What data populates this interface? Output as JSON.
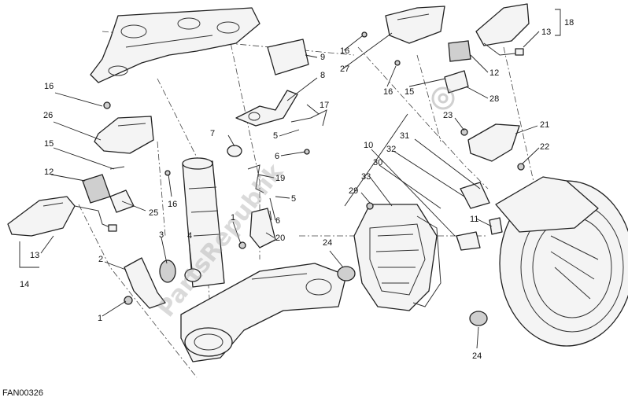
{
  "figure_code": "FAN00326",
  "watermark": "PartsRepublik",
  "callouts": {
    "c1a": "1",
    "c1b": "1",
    "c2": "2",
    "c3": "3",
    "c4": "4",
    "c5a": "5",
    "c5b": "5",
    "c6a": "6",
    "c6b": "6",
    "c7": "7",
    "c8": "8",
    "c9": "9",
    "c10": "10",
    "c11": "11",
    "c12a": "12",
    "c12b": "12",
    "c13a": "13",
    "c13b": "13",
    "c14": "14",
    "c15a": "15",
    "c15b": "15",
    "c16a": "16",
    "c16b": "16",
    "c16c": "16",
    "c16d": "16",
    "c17": "17",
    "c18": "18",
    "c19": "19",
    "c20": "20",
    "c21": "21",
    "c22": "22",
    "c23": "23",
    "c24a": "24",
    "c24b": "24",
    "c25": "25",
    "c26": "26",
    "c27": "27",
    "c28": "28",
    "c29": "29",
    "c30": "30",
    "c31": "31",
    "c32": "32",
    "c33": "33"
  }
}
